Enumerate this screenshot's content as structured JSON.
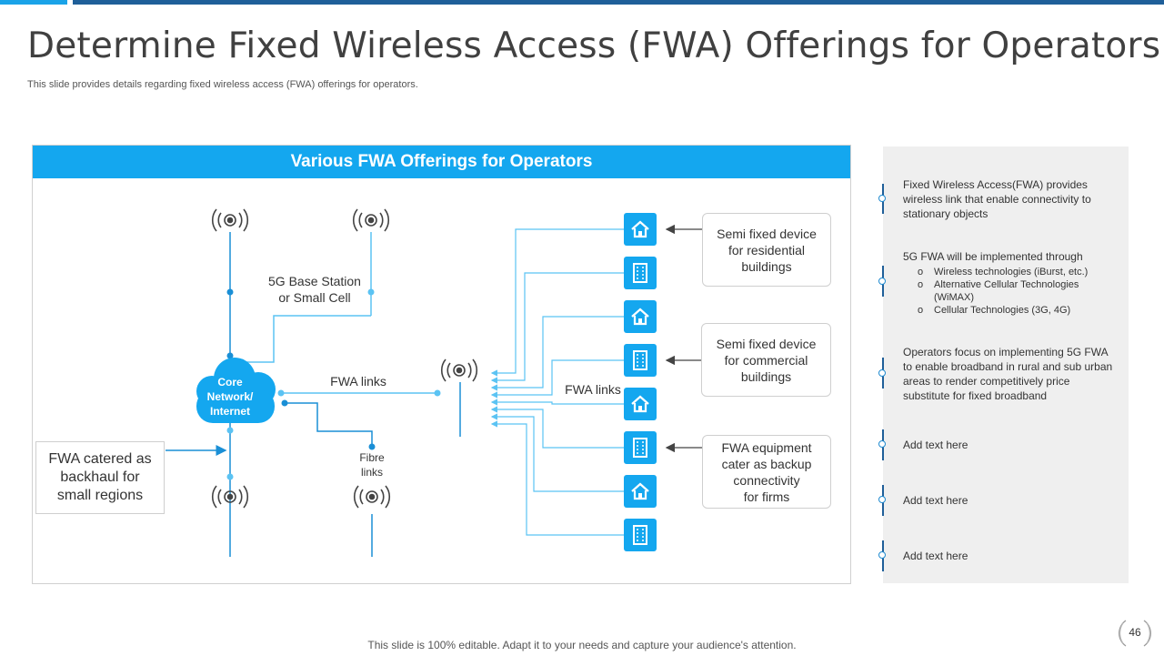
{
  "title": "Determine Fixed Wireless Access (FWA) Offerings for Operators",
  "subtitle": "This slide provides details regarding fixed wireless access (FWA) offerings for operators.",
  "diagram": {
    "header": "Various FWA Offerings for Operators",
    "base_station_label": "5G Base Station\nor Small Cell",
    "cloud_label": "Core\nNetwork/\nInternet",
    "fwa_links_left": "FWA links",
    "fwa_links_right": "FWA links",
    "fibre_label": "Fibre\nlinks",
    "backhaul_label": "FWA catered as\nbackhaul for\nsmall regions",
    "callouts": [
      "Semi fixed device\nfor residential\nbuildings",
      "Semi fixed device\nfor commercial\nbuildings",
      "FWA equipment\ncater as backup\nconnectivity\nfor firms"
    ],
    "endpoints": [
      "home-icon",
      "building-icon",
      "home-icon",
      "building-icon",
      "home-icon",
      "building-icon",
      "home-icon",
      "building-icon"
    ]
  },
  "side": {
    "items": [
      {
        "text": "Fixed Wireless Access(FWA) provides wireless link that enable connectivity to stationary objects"
      },
      {
        "text": "5G FWA will be implemented through",
        "sub": [
          "Wireless technologies (iBurst, etc.)",
          "Alternative Cellular Technologies (WiMAX)",
          "Cellular Technologies (3G, 4G)"
        ]
      },
      {
        "text": "Operators focus on implementing 5G FWA to enable broadband in rural and sub urban areas to render competitively price substitute for fixed broadband"
      },
      {
        "text": "Add text here"
      },
      {
        "text": "Add text here"
      },
      {
        "text": "Add text here"
      }
    ]
  },
  "footer": "This slide is 100% editable. Adapt it to your needs and capture your audience's attention.",
  "page_number": "46",
  "colors": {
    "accent": "#1aa3e8",
    "dark_blue": "#1f5f99",
    "icon_blue": "#14a7ef",
    "panel": "#efefef"
  }
}
